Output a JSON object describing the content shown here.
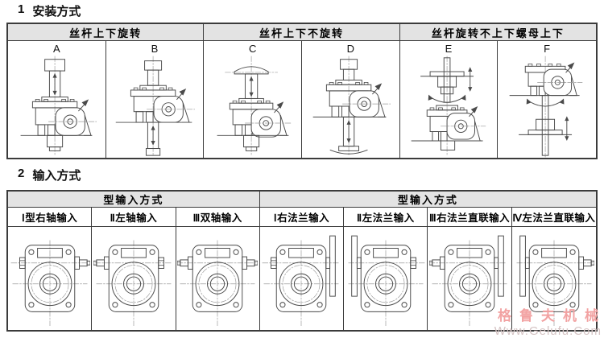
{
  "sections": {
    "install": {
      "num": "1",
      "title": "安装方式"
    },
    "input": {
      "num": "2",
      "title": "输入方式"
    }
  },
  "install_table": {
    "groups": [
      {
        "label": "丝杆上下旋转"
      },
      {
        "label": "丝杆上下不旋转"
      },
      {
        "label": "丝杆旋转不上下螺母上下"
      }
    ],
    "cells": [
      {
        "letter": "A",
        "diagram": "screw-up-rotating"
      },
      {
        "letter": "B",
        "diagram": "screw-through-rotating"
      },
      {
        "letter": "C",
        "diagram": "screw-up-non-rotating-cap"
      },
      {
        "letter": "D",
        "diagram": "screw-down-non-rotating"
      },
      {
        "letter": "E",
        "diagram": "nut-travel-screw-fixed-up"
      },
      {
        "letter": "F",
        "diagram": "nut-travel-screw-fixed-down"
      }
    ]
  },
  "input_table": {
    "groups": [
      {
        "label": "型输入方式"
      },
      {
        "label": "型输入方式"
      }
    ],
    "columns": [
      {
        "label": "Ⅰ型右轴输入",
        "diagram": "shaft-right"
      },
      {
        "label": "Ⅱ左轴输入",
        "diagram": "shaft-left"
      },
      {
        "label": "Ⅲ双轴输入",
        "diagram": "shaft-both"
      },
      {
        "label": "Ⅰ右法兰输入",
        "diagram": "flange-right"
      },
      {
        "label": "Ⅱ左法兰输入",
        "diagram": "flange-left"
      },
      {
        "label": "Ⅲ右法兰直联输入",
        "diagram": "flange-right-direct"
      },
      {
        "label": "Ⅳ左法兰直联输入",
        "diagram": "flange-left-direct"
      }
    ]
  },
  "watermark": {
    "brand": "格鲁夫机械",
    "url": "Www.Gelufu.Com"
  },
  "colors": {
    "header_bg": "#e3e3e3",
    "table_border": "#3b3b3b",
    "line_art": "#4a4a4a",
    "watermark_brand": "#f2a2a2",
    "watermark_url": "#d5c3c3"
  }
}
